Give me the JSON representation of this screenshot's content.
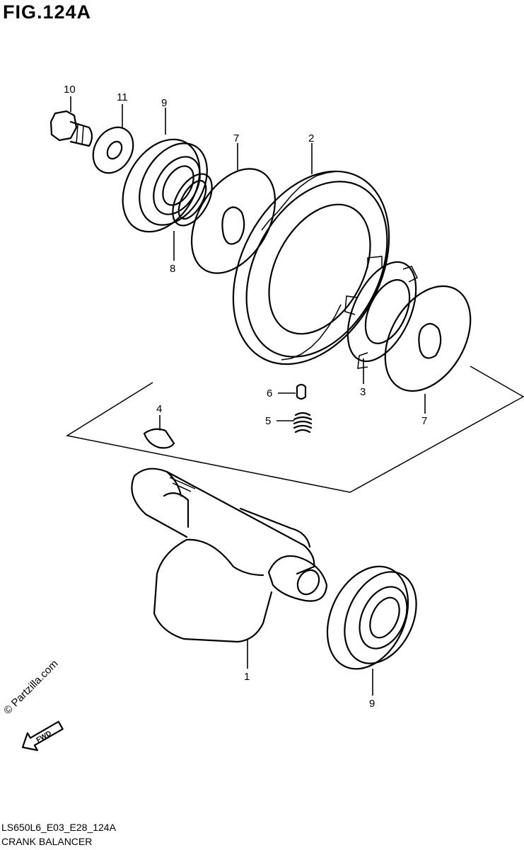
{
  "figure": {
    "title": "FIG.124A",
    "code": "LS650L6_E03_E28_124A",
    "caption": "CRANK BALANCER",
    "watermark": "© Partzilla.com",
    "fwd_label": "FWD"
  },
  "callouts": [
    {
      "id": "10",
      "label": "10"
    },
    {
      "id": "11",
      "label": "11"
    },
    {
      "id": "9a",
      "label": "9"
    },
    {
      "id": "8",
      "label": "8"
    },
    {
      "id": "7a",
      "label": "7"
    },
    {
      "id": "2",
      "label": "2"
    },
    {
      "id": "3",
      "label": "3"
    },
    {
      "id": "7b",
      "label": "7"
    },
    {
      "id": "6",
      "label": "6"
    },
    {
      "id": "5",
      "label": "5"
    },
    {
      "id": "4",
      "label": "4"
    },
    {
      "id": "1",
      "label": "1"
    },
    {
      "id": "9b",
      "label": "9"
    }
  ]
}
